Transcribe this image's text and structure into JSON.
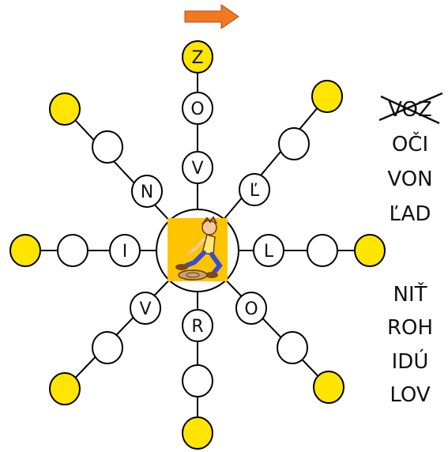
{
  "colors": {
    "filled": "#ffe500",
    "empty": "#ffffff",
    "stroke": "#000000",
    "arrow": "#f07a22",
    "center_bg": "#ffc400",
    "cross": "#111111"
  },
  "arrow_icon": "right-arrow-icon",
  "center_icon": "sitting-boy-picture",
  "spokes": [
    {
      "id": "up",
      "nodes": [
        {
          "letter": "V",
          "filled": false
        },
        {
          "letter": "O",
          "filled": false
        },
        {
          "letter": "Z",
          "filled": true
        }
      ]
    },
    {
      "id": "up-right",
      "nodes": [
        {
          "letter": "Ľ",
          "filled": false
        },
        {
          "letter": "",
          "filled": false
        },
        {
          "letter": "",
          "filled": true
        }
      ]
    },
    {
      "id": "right",
      "nodes": [
        {
          "letter": "L",
          "filled": false
        },
        {
          "letter": "",
          "filled": false
        },
        {
          "letter": "",
          "filled": true
        }
      ]
    },
    {
      "id": "down-right",
      "nodes": [
        {
          "letter": "O",
          "filled": false
        },
        {
          "letter": "",
          "filled": false
        },
        {
          "letter": "",
          "filled": true
        }
      ]
    },
    {
      "id": "down",
      "nodes": [
        {
          "letter": "R",
          "filled": false
        },
        {
          "letter": "",
          "filled": false
        },
        {
          "letter": "",
          "filled": true
        }
      ]
    },
    {
      "id": "down-left",
      "nodes": [
        {
          "letter": "V",
          "filled": false
        },
        {
          "letter": "",
          "filled": false
        },
        {
          "letter": "",
          "filled": true
        }
      ]
    },
    {
      "id": "left",
      "nodes": [
        {
          "letter": "I",
          "filled": false
        },
        {
          "letter": "",
          "filled": false
        },
        {
          "letter": "",
          "filled": true
        }
      ]
    },
    {
      "id": "up-left",
      "nodes": [
        {
          "letter": "N",
          "filled": false
        },
        {
          "letter": "",
          "filled": false
        },
        {
          "letter": "",
          "filled": true
        }
      ]
    }
  ],
  "words_top": [
    {
      "text": "VOZ",
      "crossed": true
    },
    {
      "text": "OČI",
      "crossed": false
    },
    {
      "text": "VON",
      "crossed": false
    },
    {
      "text": "ĽAD",
      "crossed": false
    }
  ],
  "words_bottom": [
    {
      "text": "NIŤ",
      "crossed": false
    },
    {
      "text": "ROH",
      "crossed": false
    },
    {
      "text": "IDÚ",
      "crossed": false
    },
    {
      "text": "LOV",
      "crossed": false
    }
  ]
}
